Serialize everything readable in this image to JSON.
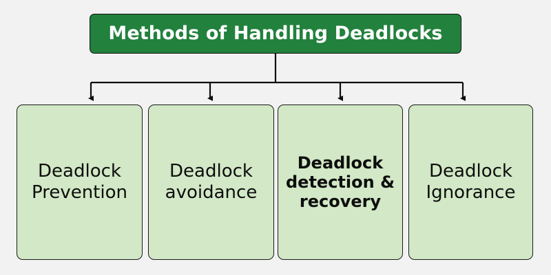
{
  "diagram": {
    "title": "Methods of Handling Deadlocks",
    "background_color": "#f2f2f2",
    "root": {
      "label": "Methods of Handling Deadlocks",
      "fill_color": "#22813d",
      "text_color": "#ffffff",
      "border_color": "#111111"
    },
    "connector": {
      "line_color": "#0d0d0d",
      "style": "orthogonal-elbow-with-arrowheads",
      "branch_count": 4
    },
    "nodes": [
      {
        "label": "Deadlock\nPrevention",
        "lines": [
          "Deadlock",
          "Prevention"
        ],
        "fill_color": "#d2e8c6",
        "text_color": "#0d0d0d",
        "border_color": "#1a1a1a",
        "bold": false
      },
      {
        "label": "Deadlock\navoidance",
        "lines": [
          "Deadlock",
          "avoidance"
        ],
        "fill_color": "#d2e8c6",
        "text_color": "#0d0d0d",
        "border_color": "#1a1a1a",
        "bold": false
      },
      {
        "label": "Deadlock\ndetection &\nrecovery",
        "lines": [
          "Deadlock",
          "detection &",
          "recovery"
        ],
        "fill_color": "#d2e8c6",
        "text_color": "#0d0d0d",
        "border_color": "#1a1a1a",
        "bold": true
      },
      {
        "label": "Deadlock\nIgnorance",
        "lines": [
          "Deadlock",
          "Ignorance"
        ],
        "fill_color": "#d2e8c6",
        "text_color": "#0d0d0d",
        "border_color": "#1a1a1a",
        "bold": false
      }
    ]
  }
}
